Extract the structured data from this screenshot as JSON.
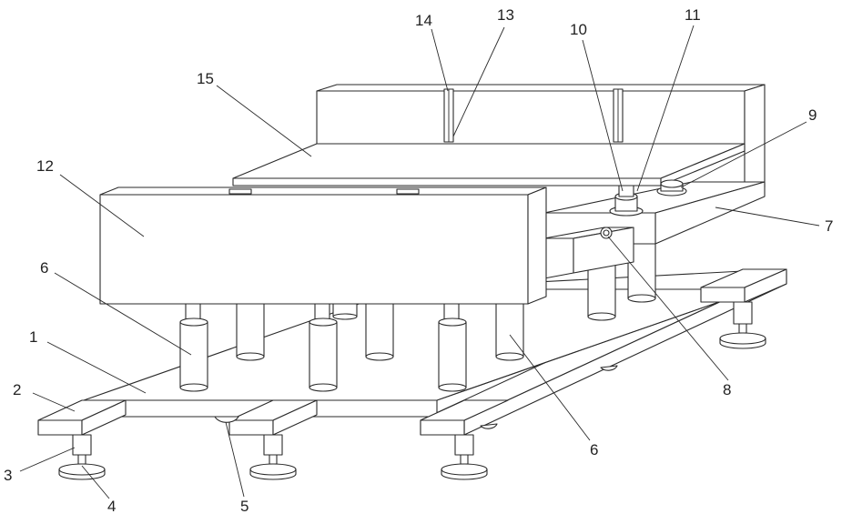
{
  "drawing": {
    "line_color": "#2a2a2a",
    "background": "#ffffff"
  },
  "labels": [
    {
      "id": "1",
      "text": "1"
    },
    {
      "id": "2",
      "text": "2"
    },
    {
      "id": "3",
      "text": "3"
    },
    {
      "id": "4",
      "text": "4"
    },
    {
      "id": "5",
      "text": "5"
    },
    {
      "id": "6a",
      "text": "6"
    },
    {
      "id": "6b",
      "text": "6"
    },
    {
      "id": "7",
      "text": "7"
    },
    {
      "id": "8",
      "text": "8"
    },
    {
      "id": "9",
      "text": "9"
    },
    {
      "id": "10",
      "text": "10"
    },
    {
      "id": "11",
      "text": "11"
    },
    {
      "id": "12",
      "text": "12"
    },
    {
      "id": "13",
      "text": "13"
    },
    {
      "id": "14",
      "text": "14"
    },
    {
      "id": "15",
      "text": "15"
    }
  ]
}
